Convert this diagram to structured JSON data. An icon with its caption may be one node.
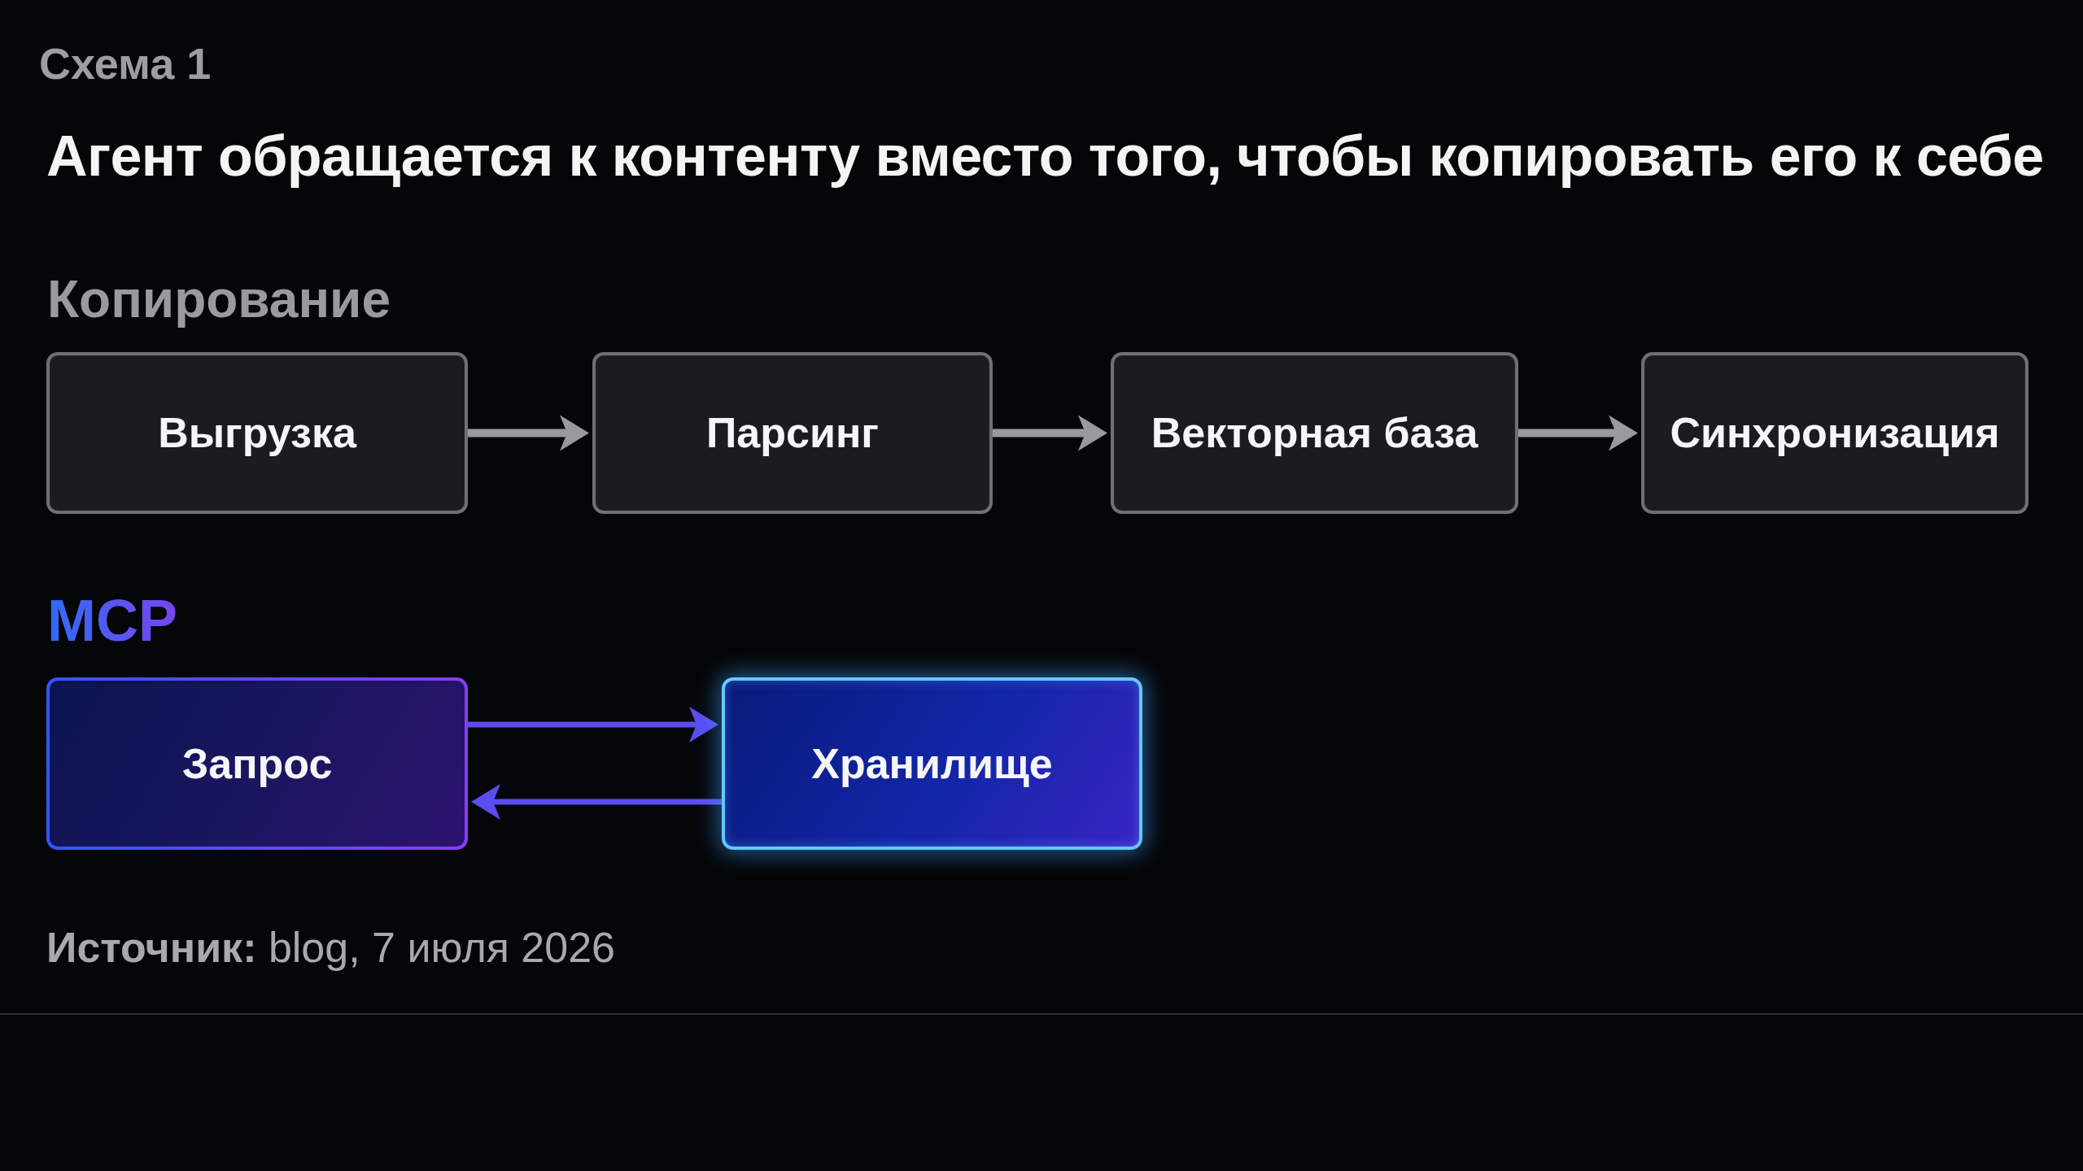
{
  "diagram": {
    "title": "Агент обращается к контенту вместо того, чтобы копировать его к себе",
    "nodes": [
      {
        "text": [
          "Выгрузка"
        ]
      },
      {
        "text": [
          "Парсинг"
        ]
      },
      {
        "text": [
          "Векторная база"
        ]
      },
      {
        "text": [
          "Синхронизация"
        ]
      },
      {
        "text": [
          "Запрос"
        ]
      },
      {
        "text": [
          "Хранилище"
        ]
      }
    ],
    "edges": [
      {
        "from": 0,
        "to": 1,
        "arrow": "to"
      },
      {
        "from": 1,
        "to": 2,
        "arrow": "to"
      },
      {
        "from": 2,
        "to": 3,
        "arrow": "to"
      },
      {
        "from": 4,
        "to": 5,
        "arrow": "to",
        "color": "#5a4df2"
      },
      {
        "from": 5,
        "to": 4,
        "arrow": "to",
        "color": "#5a4df2"
      }
    ],
    "labels": [
      "Схема 1",
      "Копирование",
      "MCP",
      "**Источник:** blog, 7 июля 2026"
    ]
  }
}
